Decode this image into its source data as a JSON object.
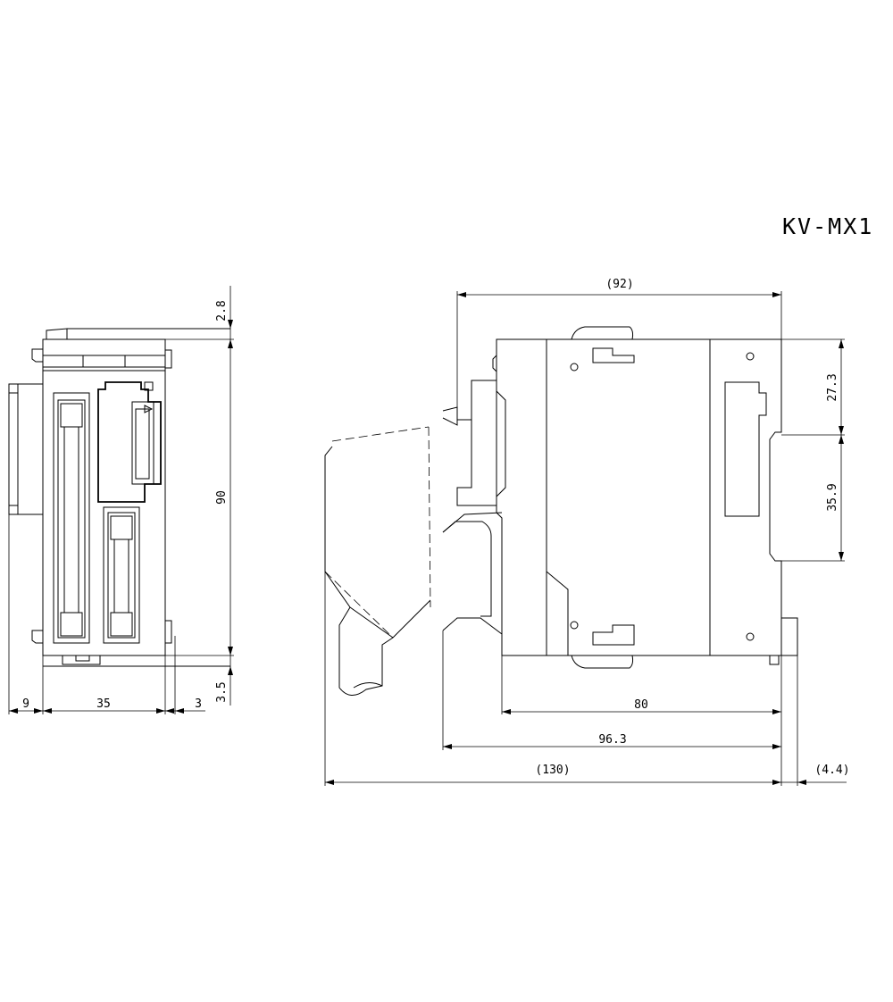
{
  "model": "KV-MX1",
  "front_view": {
    "dim_top": "2.8",
    "dim_height": "90",
    "dim_bottom": "3.5",
    "dim_left": "9",
    "dim_width": "35",
    "dim_right": "3"
  },
  "side_view": {
    "dim_top_overall": "(92)",
    "dim_upper": "27.3",
    "dim_rail": "35.9",
    "dim_depth": "80",
    "dim_depth_connector": "96.3",
    "dim_overall": "(130)",
    "dim_protrusion": "(4.4)"
  }
}
